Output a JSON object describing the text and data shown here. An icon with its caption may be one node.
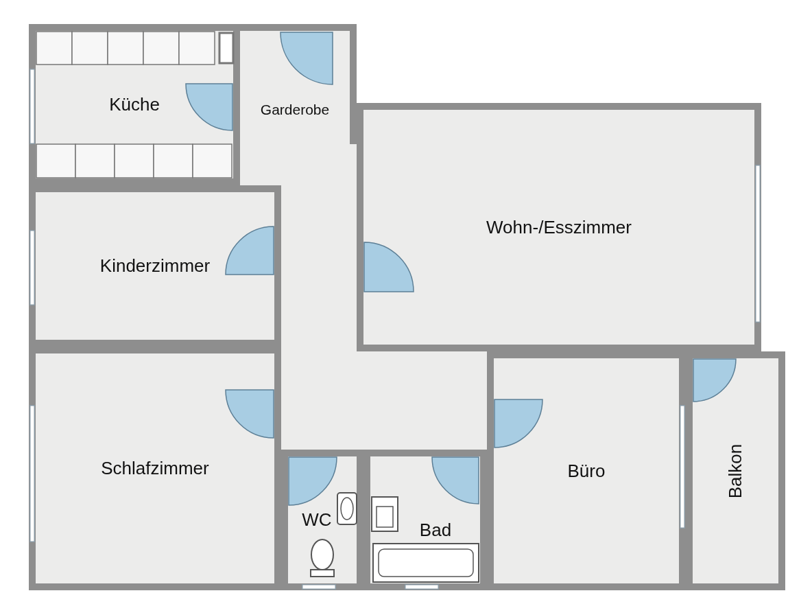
{
  "diagram": {
    "nodes": [
      {
        "text": [
          "Küche"
        ]
      },
      {
        "text": [
          "Garderobe"
        ]
      },
      {
        "text": [
          "Wohn-/Esszimmer"
        ]
      },
      {
        "text": [
          "Kinderzimmer"
        ]
      },
      {
        "text": [
          "Schlafzimmer"
        ]
      },
      {
        "text": [
          "WC"
        ]
      },
      {
        "text": [
          "Bad"
        ]
      },
      {
        "text": [
          "Büro"
        ]
      },
      {
        "text": [
          "Balkon"
        ]
      }
    ]
  }
}
